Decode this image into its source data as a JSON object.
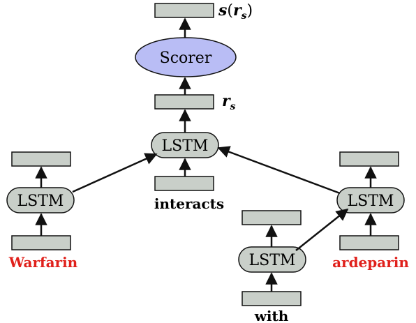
{
  "colors": {
    "vector_fill": "#c9cfc9",
    "lstm_fill": "#c9cfc9",
    "scorer_fill": "#b9bdf5",
    "entity_text": "#e0201b",
    "stroke": "#111111"
  },
  "scorer": {
    "label": "Scorer"
  },
  "outputs": {
    "score_fn": "s",
    "score_arg": "r",
    "score_sub": "s",
    "rep": "r",
    "rep_sub": "s"
  },
  "nodes": {
    "root": {
      "label": "LSTM"
    },
    "warfarin": {
      "label": "LSTM",
      "word": "Warfarin"
    },
    "interacts": {
      "word": "interacts"
    },
    "right": {
      "label": "LSTM",
      "word": "ardeparin"
    },
    "with": {
      "label": "LSTM",
      "word": "with"
    }
  }
}
